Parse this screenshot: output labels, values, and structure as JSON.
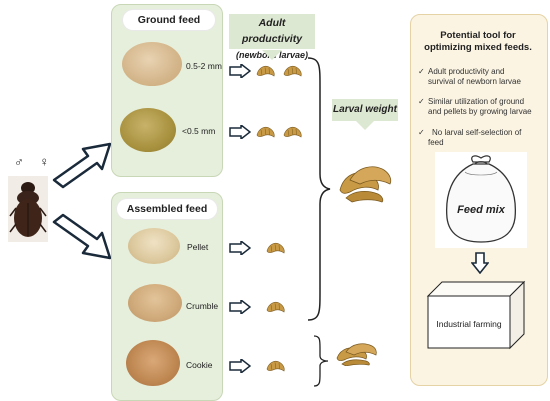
{
  "ground_feed": {
    "title": "Ground feed",
    "sizes": [
      "0.5-2 mm",
      "<0.5 mm"
    ]
  },
  "assembled_feed": {
    "title": "Assembled feed",
    "items": [
      "Pellet",
      "Crumble",
      "Cookie"
    ]
  },
  "adult_productivity": {
    "line1": "Adult productivity",
    "line2": "(newborn larvae)"
  },
  "larval_weight": "Larval weight",
  "sex_symbols": "♂ ♀",
  "potential": {
    "title_line1": "Potential tool for",
    "title_line2": "optimizing mixed feeds.",
    "bullets": [
      [
        "Adult productivity and",
        "survival of newborn larvae"
      ],
      [
        "Similar utilization of ground",
        "and pellets by growing larvae"
      ],
      [
        "No larval self-selection of",
        "feed"
      ]
    ],
    "feed_mix": "Feed mix",
    "industrial": "Industrial farming"
  },
  "colors": {
    "green_panel": "#e6efdc",
    "cream_panel": "#fbf4e3",
    "arrow_stroke": "#1a2a3a"
  },
  "icons": [
    "beetle-icon",
    "larva-icon",
    "arrow-right-icon",
    "arrow-down-icon",
    "bag-icon",
    "cube-icon",
    "brace-icon"
  ]
}
